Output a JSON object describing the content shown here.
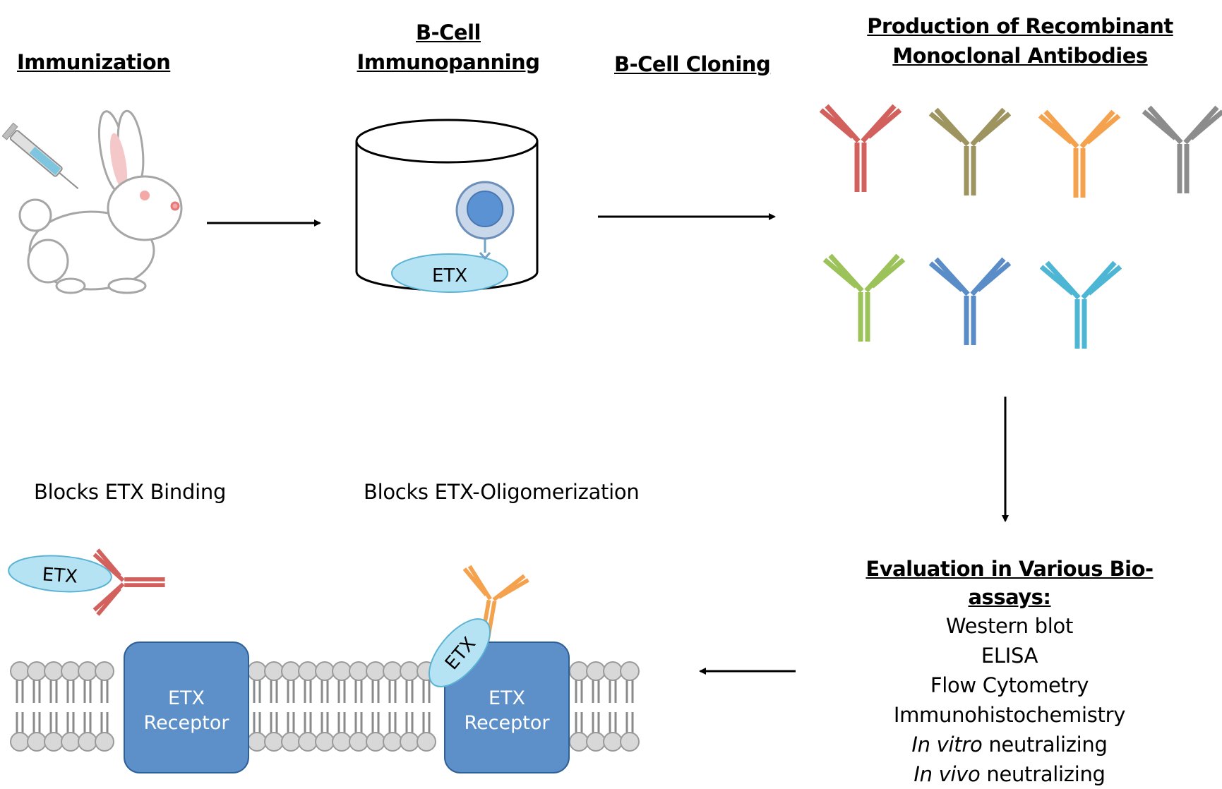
{
  "steps": {
    "immunization": "Immunization",
    "bcell_line1": "B-Cell",
    "bcell_line2": "Immunopanning",
    "cloning": "B-Cell Cloning",
    "production_line1": "Production of Recombinant",
    "production_line2": "Monoclonal Antibodies"
  },
  "dish_label": "ETX",
  "mechanisms": {
    "blocks_binding": "Blocks ETX Binding",
    "blocks_oligomerization": "Blocks ETX-Oligomerization"
  },
  "membrane": {
    "toxin_label_free": "ETX",
    "toxin_label_bound": "ETX",
    "receptor_line1": "ETX",
    "receptor_line2": "Receptor"
  },
  "evaluation": {
    "title": "Evaluation in Various Bio-assays:",
    "items": [
      {
        "italic": "",
        "text": "Western blot"
      },
      {
        "italic": "",
        "text": "ELISA"
      },
      {
        "italic": "",
        "text": "Flow Cytometry"
      },
      {
        "italic": "",
        "text": "Immunohistochemistry"
      },
      {
        "italic": "In vitro",
        "text": " neutralizing"
      },
      {
        "italic": "In vivo",
        "text": " neutralizing"
      }
    ]
  },
  "colors": {
    "antibodies": [
      "#d2605c",
      "#9e9460",
      "#f4a24d",
      "#8c8c8c",
      "#9cc25a",
      "#5a8cc8",
      "#4db6d4"
    ],
    "receptor": "#5d8fc9",
    "toxin": "#b6e3f4"
  }
}
